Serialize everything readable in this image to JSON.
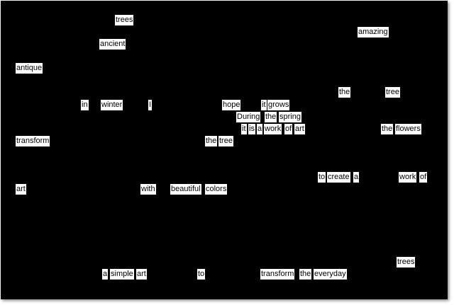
{
  "words": [
    {
      "text": "trees"
    },
    {
      "text": "amazing"
    },
    {
      "text": "ancient"
    },
    {
      "text": "antique"
    },
    {
      "text": "the"
    },
    {
      "text": "tree"
    },
    {
      "text": "in"
    },
    {
      "text": "winter"
    },
    {
      "text": "I"
    },
    {
      "text": "hope"
    },
    {
      "text": "it"
    },
    {
      "text": "grows"
    },
    {
      "text": "During"
    },
    {
      "text": "the"
    },
    {
      "text": "spring"
    },
    {
      "text": "it"
    },
    {
      "text": "is"
    },
    {
      "text": "a"
    },
    {
      "text": "work"
    },
    {
      "text": "of"
    },
    {
      "text": "art"
    },
    {
      "text": "the"
    },
    {
      "text": "flowers"
    },
    {
      "text": "transform"
    },
    {
      "text": "the"
    },
    {
      "text": "tree"
    },
    {
      "text": "to"
    },
    {
      "text": "create"
    },
    {
      "text": "a"
    },
    {
      "text": "work"
    },
    {
      "text": "of"
    },
    {
      "text": "art"
    },
    {
      "text": "with"
    },
    {
      "text": "beautiful"
    },
    {
      "text": "colors"
    },
    {
      "text": "trees"
    },
    {
      "text": "a"
    },
    {
      "text": "simple"
    },
    {
      "text": "art"
    },
    {
      "text": "to"
    },
    {
      "text": "transform"
    },
    {
      "text": "the"
    },
    {
      "text": "everyday"
    }
  ]
}
